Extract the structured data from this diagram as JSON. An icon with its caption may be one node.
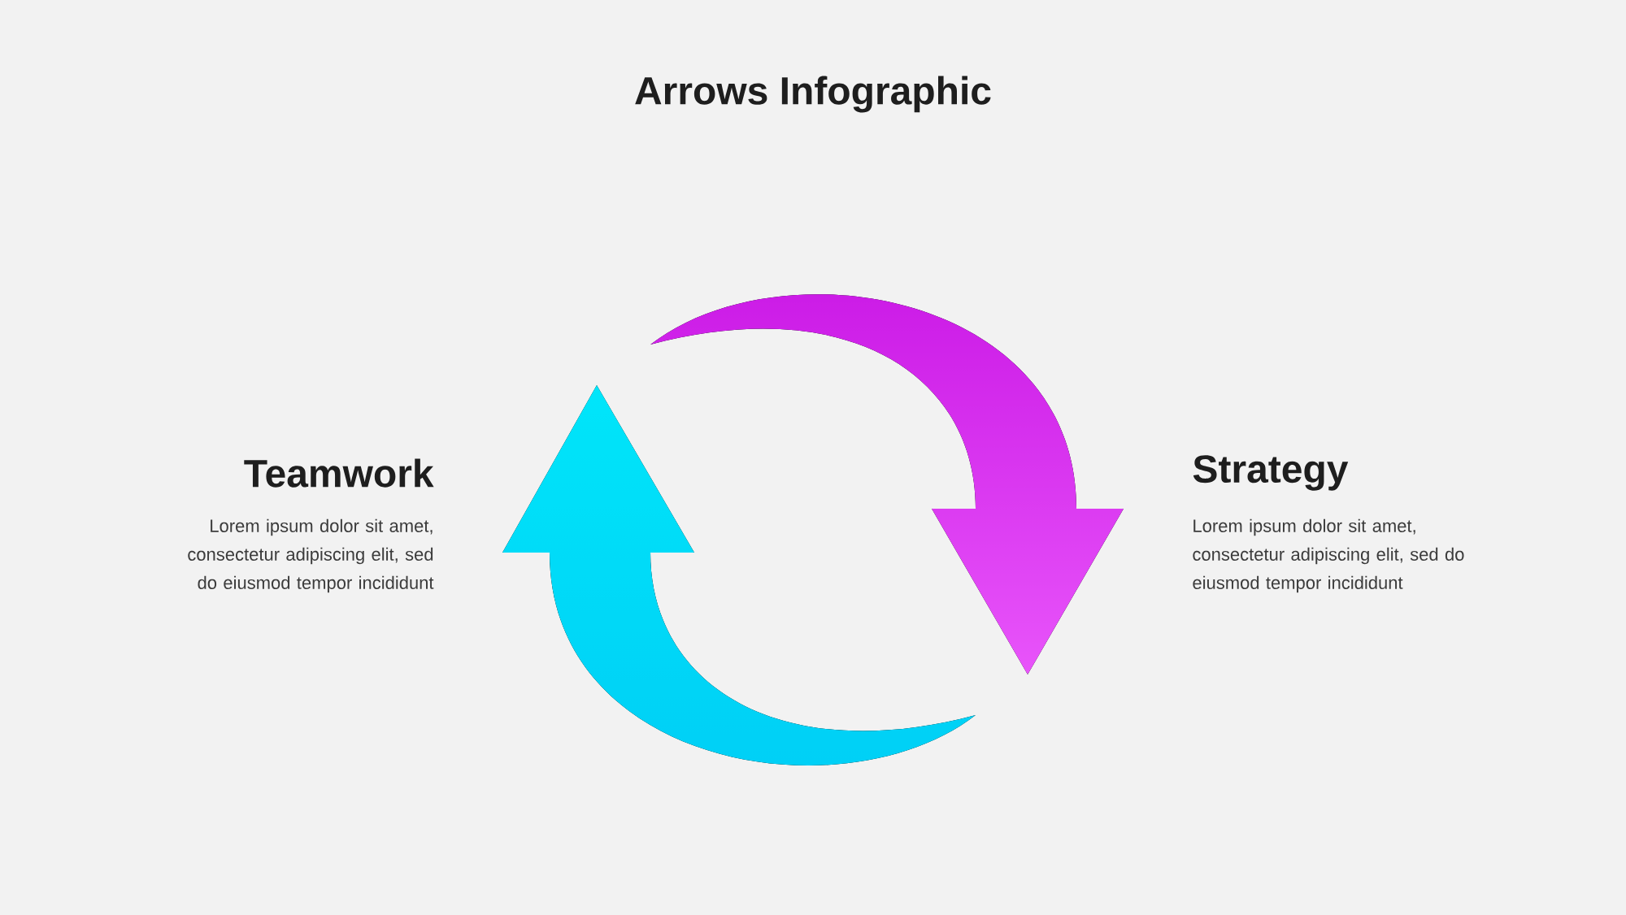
{
  "diagram": {
    "title": "Arrows Infographic",
    "labels": [
      "Teamwork",
      "Lorem ipsum dolor sit amet, consectetur adipiscing elit, sed do eiusmod tempor incididunt",
      "Strategy",
      "Lorem ipsum dolor sit amet, consectetur adipiscing elit, sed do eiusmod tempor incididunt"
    ]
  }
}
